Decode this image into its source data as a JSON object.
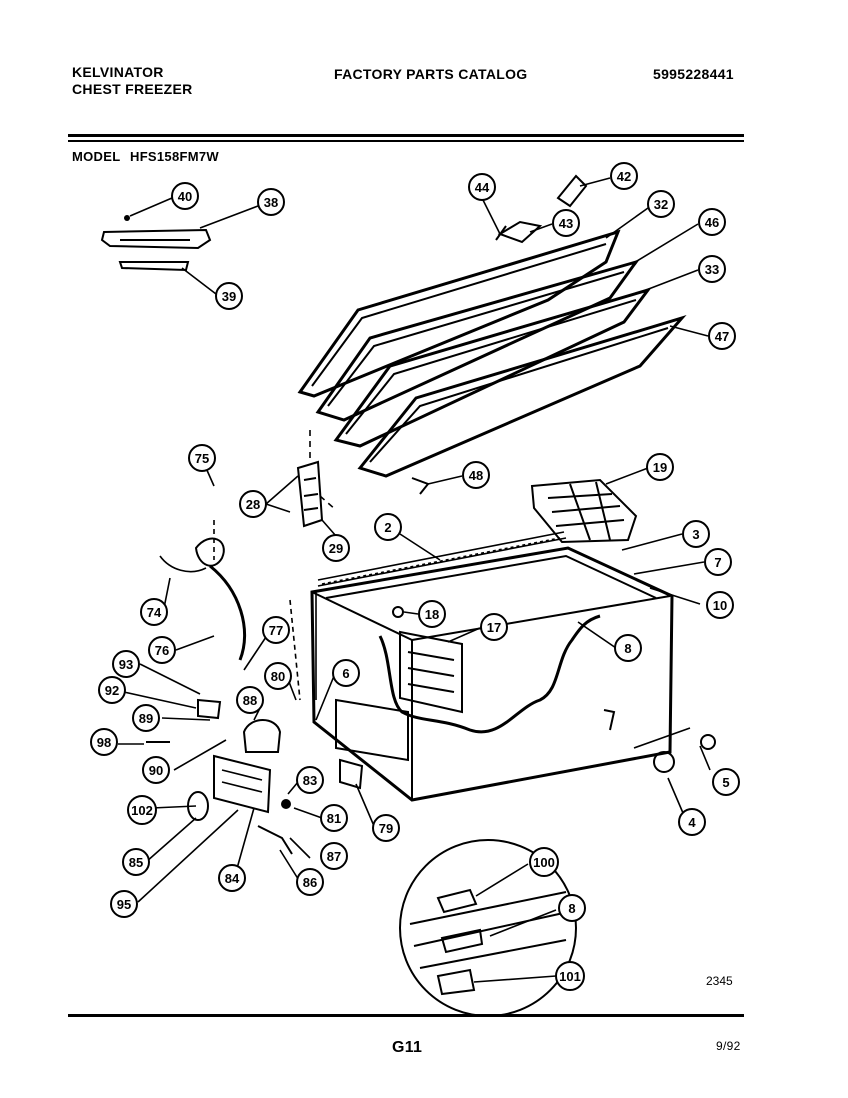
{
  "header": {
    "brand": "KELVINATOR",
    "product": "CHEST FREEZER",
    "catalog_title": "FACTORY PARTS CATALOG",
    "catalog_number": "5995228441",
    "model_label": "MODEL",
    "model_number": "HFS158FM7W"
  },
  "diagram": {
    "callouts": [
      {
        "id": "c40",
        "label": "40"
      },
      {
        "id": "c38",
        "label": "38"
      },
      {
        "id": "c39",
        "label": "39"
      },
      {
        "id": "c44",
        "label": "44"
      },
      {
        "id": "c42",
        "label": "42"
      },
      {
        "id": "c43",
        "label": "43"
      },
      {
        "id": "c32",
        "label": "32"
      },
      {
        "id": "c46",
        "label": "46"
      },
      {
        "id": "c33",
        "label": "33"
      },
      {
        "id": "c47",
        "label": "47"
      },
      {
        "id": "c48",
        "label": "48"
      },
      {
        "id": "c19",
        "label": "19"
      },
      {
        "id": "c75",
        "label": "75"
      },
      {
        "id": "c28",
        "label": "28"
      },
      {
        "id": "c29",
        "label": "29"
      },
      {
        "id": "c2",
        "label": "2"
      },
      {
        "id": "c3",
        "label": "3"
      },
      {
        "id": "c7",
        "label": "7"
      },
      {
        "id": "c10",
        "label": "10"
      },
      {
        "id": "c18",
        "label": "18"
      },
      {
        "id": "c17",
        "label": "17"
      },
      {
        "id": "c8a",
        "label": "8"
      },
      {
        "id": "c74",
        "label": "74"
      },
      {
        "id": "c76",
        "label": "76"
      },
      {
        "id": "c77",
        "label": "77"
      },
      {
        "id": "c93",
        "label": "93"
      },
      {
        "id": "c92",
        "label": "92"
      },
      {
        "id": "c88",
        "label": "88"
      },
      {
        "id": "c80",
        "label": "80"
      },
      {
        "id": "c6",
        "label": "6"
      },
      {
        "id": "c89",
        "label": "89"
      },
      {
        "id": "c98",
        "label": "98"
      },
      {
        "id": "c90",
        "label": "90"
      },
      {
        "id": "c83",
        "label": "83"
      },
      {
        "id": "c102",
        "label": "102"
      },
      {
        "id": "c81",
        "label": "81"
      },
      {
        "id": "c79",
        "label": "79"
      },
      {
        "id": "c5",
        "label": "5"
      },
      {
        "id": "c4",
        "label": "4"
      },
      {
        "id": "c85",
        "label": "85"
      },
      {
        "id": "c87",
        "label": "87"
      },
      {
        "id": "c84",
        "label": "84"
      },
      {
        "id": "c86",
        "label": "86"
      },
      {
        "id": "c95",
        "label": "95"
      },
      {
        "id": "c100",
        "label": "100"
      },
      {
        "id": "c8b",
        "label": "8"
      },
      {
        "id": "c101",
        "label": "101"
      }
    ],
    "drawing_number": "2345"
  },
  "footer": {
    "page_code": "G11",
    "date": "9/92"
  }
}
